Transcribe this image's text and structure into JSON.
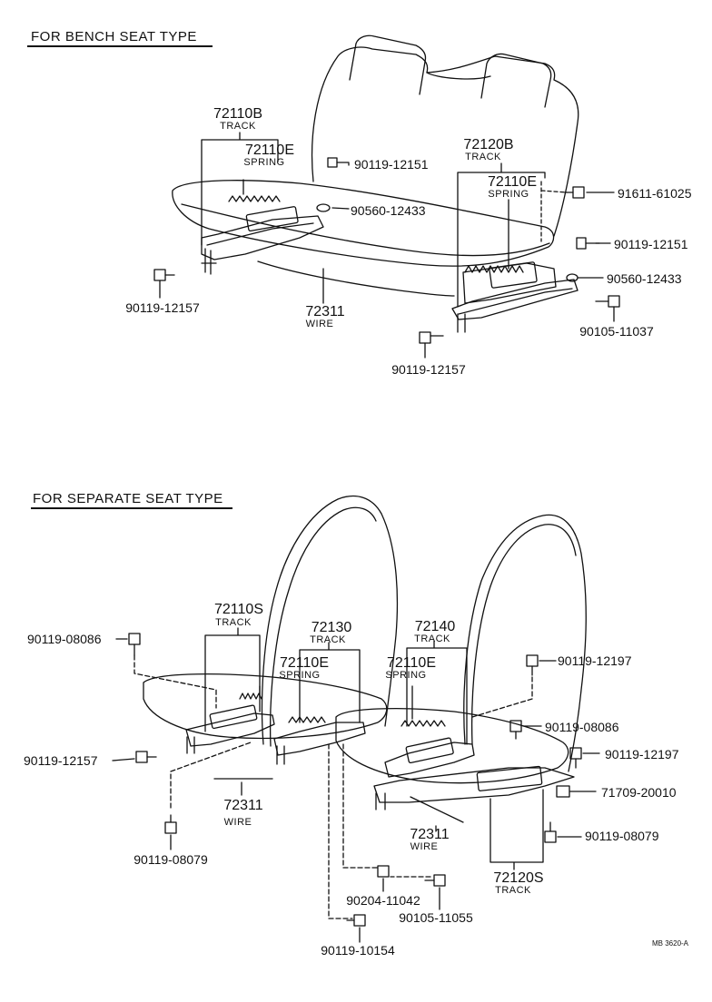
{
  "bench": {
    "heading": "FOR BENCH SEAT TYPE",
    "track_left_num": "72110B",
    "track_left_name": "TRACK",
    "spring_left_num": "72110E",
    "spring_left_name": "SPRING",
    "bolt_top": "90119-12151",
    "clip_mid": "90560-12433",
    "track_right_num": "72120B",
    "track_right_name": "TRACK",
    "spring_right_num": "72110E",
    "spring_right_name": "SPRING",
    "bolt_far_right": "91611-61025",
    "bolt_right": "90119-12151",
    "clip_right": "90560-12433",
    "bolt_right_low": "90105-11037",
    "bolt_left_low": "90119-12157",
    "wire_num": "72311",
    "wire_name": "WIRE",
    "bolt_bottom": "90119-12157"
  },
  "separate": {
    "heading": "FOR SEPARATE SEAT TYPE",
    "track_left_num": "72110S",
    "track_left_name": "TRACK",
    "track_mid_num": "72130",
    "track_mid_name": "TRACK",
    "track_right_num": "72140",
    "track_right_name": "TRACK",
    "spring_left_num": "72110E",
    "spring_left_name": "SPRING",
    "spring_right_num": "72110E",
    "spring_right_name": "SPRING",
    "bolt_top_left": "90119-08086",
    "bolt_top_right": "90119-12197",
    "bolt_mid_right": "90119-08086",
    "bolt_right": "90119-12197",
    "nut_right": "71709-20010",
    "bolt_right_low": "90119-08079",
    "bolt_left": "90119-12157",
    "wire_left_num": "72311",
    "wire_left_name": "WIRE",
    "bolt_left_low": "90119-08079",
    "wire_right_num": "72311",
    "wire_right_name": "WIRE",
    "track_bottom_num": "72120S",
    "track_bottom_name": "TRACK",
    "nut_bottom": "90204-11042",
    "bolt_bottom": "90105-11055",
    "bolt_bottom_low": "90119-10154"
  },
  "figure_code": "MB 3620-A"
}
